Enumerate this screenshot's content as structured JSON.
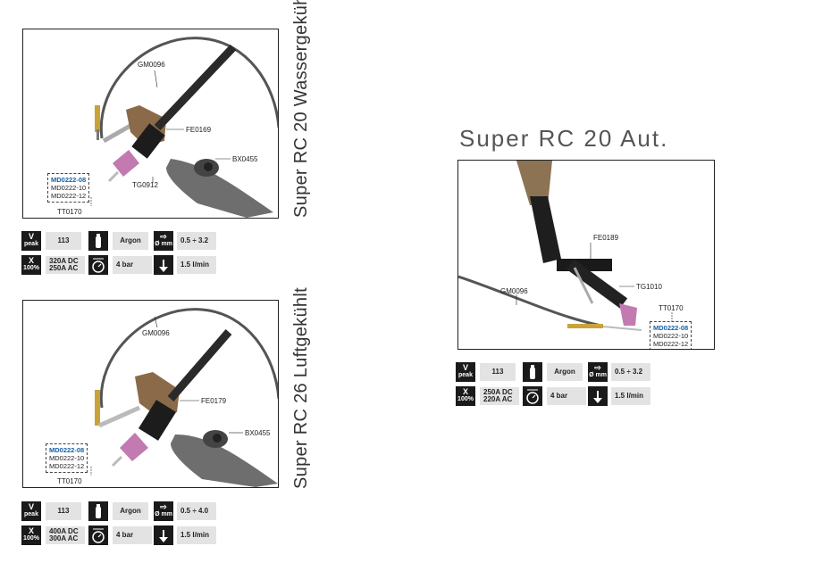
{
  "panels": [
    {
      "title": "Super RC 20 Wassergekühlt",
      "labels": {
        "gm": "GM0096",
        "fe": "FE0169",
        "bx": "BX0455",
        "tg": "TG0912",
        "tt": "TT0170"
      },
      "codes": [
        "MD0222-08",
        "MD0222-10",
        "MD0222-12"
      ],
      "specs": {
        "v_top": "V",
        "v_bot": "peak",
        "voltage": "113",
        "gas": "Argon",
        "diam_top": "Ø mm",
        "diameter": "0.5 ÷ 3.2",
        "x_top": "X",
        "x_bot": "100%",
        "current_1": "320A DC",
        "current_2": "250A AC",
        "pressure": "4 bar",
        "flow": "1.5 l/min"
      }
    },
    {
      "title": "Super RC 26 Luftgekühlt",
      "labels": {
        "gm": "GM0096",
        "fe": "FE0179",
        "bx": "BX0455",
        "tt": "TT0170"
      },
      "codes": [
        "MD0222-08",
        "MD0222-10",
        "MD0222-12"
      ],
      "specs": {
        "v_top": "V",
        "v_bot": "peak",
        "voltage": "113",
        "gas": "Argon",
        "diam_top": "Ø mm",
        "diameter": "0.5 ÷ 4.0",
        "x_top": "X",
        "x_bot": "100%",
        "current_1": "400A DC",
        "current_2": "300A AC",
        "pressure": "4 bar",
        "flow": "1.5 l/min"
      }
    },
    {
      "title": "Super RC 20 Aut.",
      "labels": {
        "gm": "GM0096",
        "fe": "FE0189",
        "tg": "TG1010",
        "tt": "TT0170"
      },
      "codes": [
        "MD0222-08",
        "MD0222-10",
        "MD0222-12"
      ],
      "specs": {
        "v_top": "V",
        "v_bot": "peak",
        "voltage": "113",
        "gas": "Argon",
        "diam_top": "Ø mm",
        "diameter": "0.5 ÷ 3.2",
        "x_top": "X",
        "x_bot": "100%",
        "current_1": "250A DC",
        "current_2": "220A AC",
        "pressure": "4 bar",
        "flow": "1.5 l/min"
      }
    }
  ]
}
